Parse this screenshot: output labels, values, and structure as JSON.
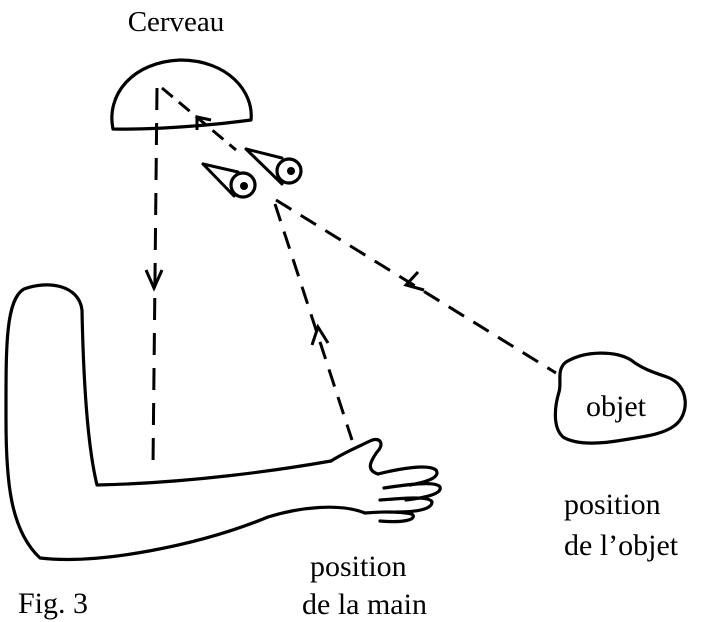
{
  "labels": {
    "brain": "Cerveau",
    "object": "objet",
    "object_position_line1": "position",
    "object_position_line2": "de l’objet",
    "hand_position_line1": "position",
    "hand_position_line2": "de la main",
    "figure_caption": "Fig. 3"
  },
  "colors": {
    "ink": "#000000",
    "background": "#ffffff"
  },
  "icons": {
    "brain": "brain-dome-icon",
    "eye": "eye-icon",
    "arm": "arm-hand-icon",
    "object": "object-blob-icon"
  }
}
